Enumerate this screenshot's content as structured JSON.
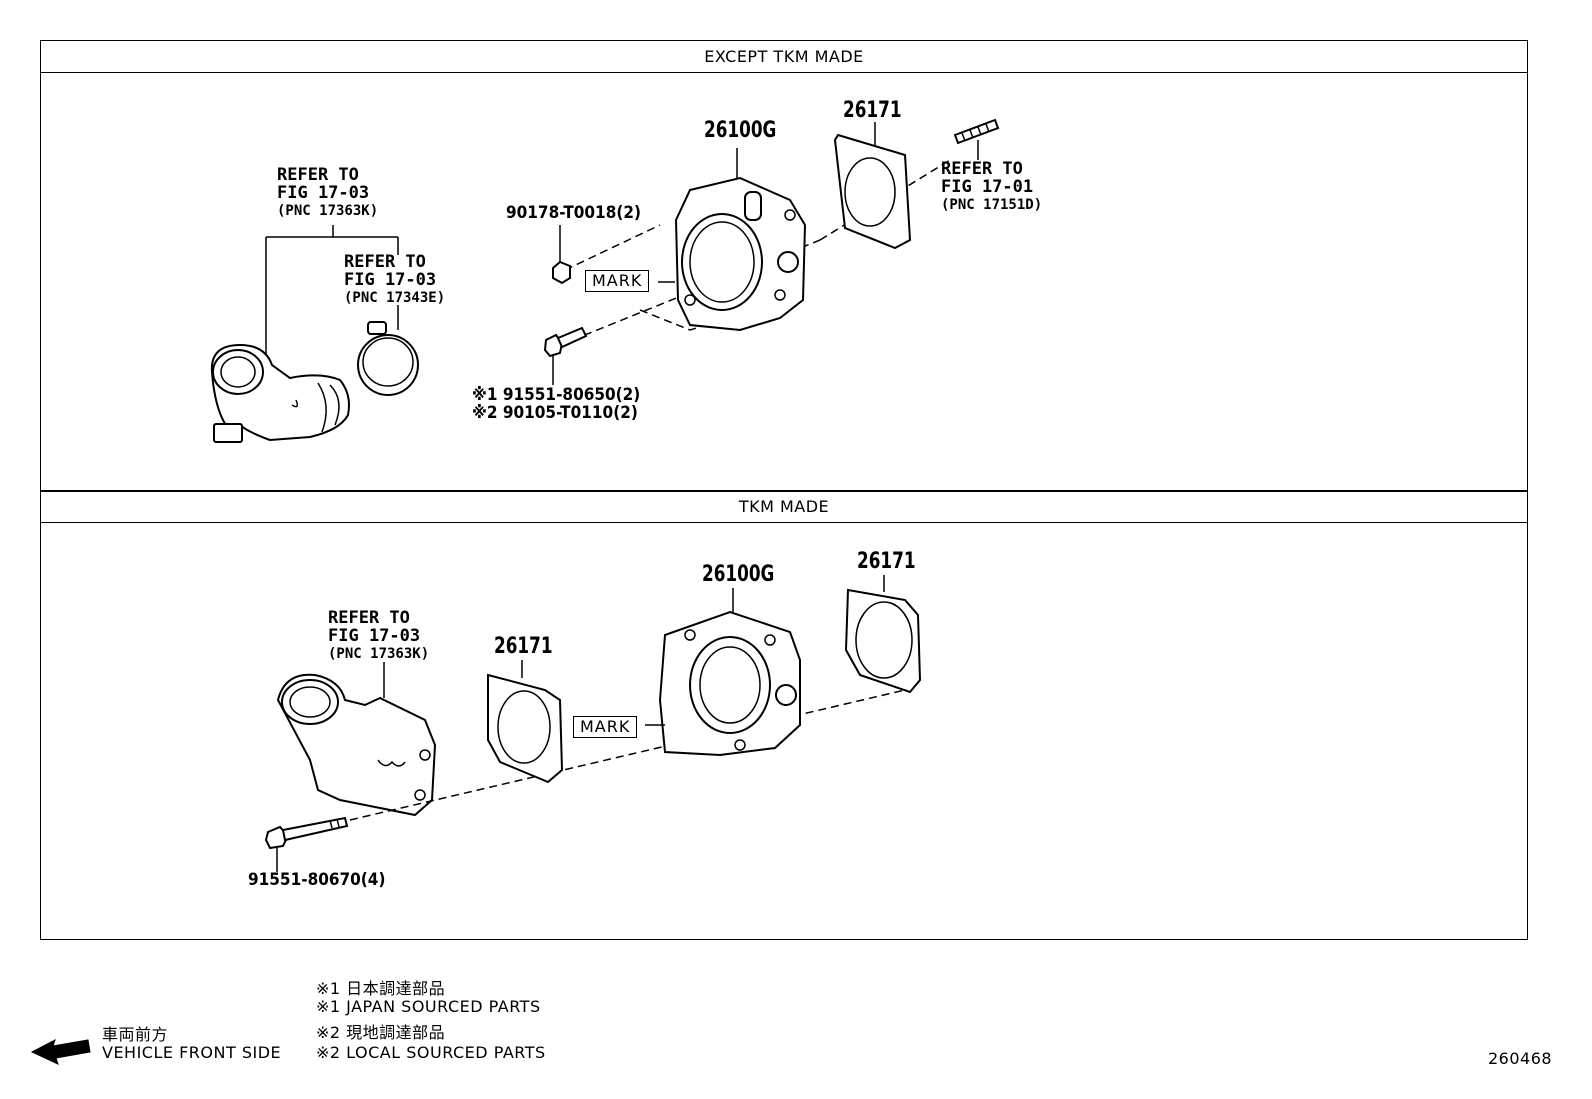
{
  "sections": {
    "top_title": "EXCEPT TKM MADE",
    "bottom_title": "TKM MADE"
  },
  "top": {
    "refer_a": {
      "l1": "REFER TO",
      "l2": "FIG 17-03",
      "l3": "(PNC 17363K)"
    },
    "refer_b": {
      "l1": "REFER TO",
      "l2": "FIG 17-03",
      "l3": "(PNC 17343E)"
    },
    "refer_c": {
      "l1": "REFER TO",
      "l2": "FIG 17-01",
      "l3": "(PNC 17151D)"
    },
    "part_throttle": "26100G",
    "part_gasket": "26171",
    "part_nut": "90178-T0018(2)",
    "mark": "MARK",
    "bolt_1": "※1 91551-80650(2)",
    "bolt_2": "※2 90105-T0110(2)"
  },
  "bottom": {
    "refer_a": {
      "l1": "REFER TO",
      "l2": "FIG 17-03",
      "l3": "(PNC 17363K)"
    },
    "part_gasket_left": "26171",
    "part_throttle": "26100G",
    "part_gasket_right": "26171",
    "mark": "MARK",
    "bolt": "91551-80670(4)"
  },
  "footer": {
    "front_jp": "車両前方",
    "front_en": "VEHICLE FRONT SIDE",
    "note1_jp": "※1 日本調達部品",
    "note1_en": "※1 JAPAN SOURCED PARTS",
    "note2_jp": "※2 現地調達部品",
    "note2_en": "※2 LOCAL SOURCED PARTS",
    "figure_no": "260468"
  }
}
